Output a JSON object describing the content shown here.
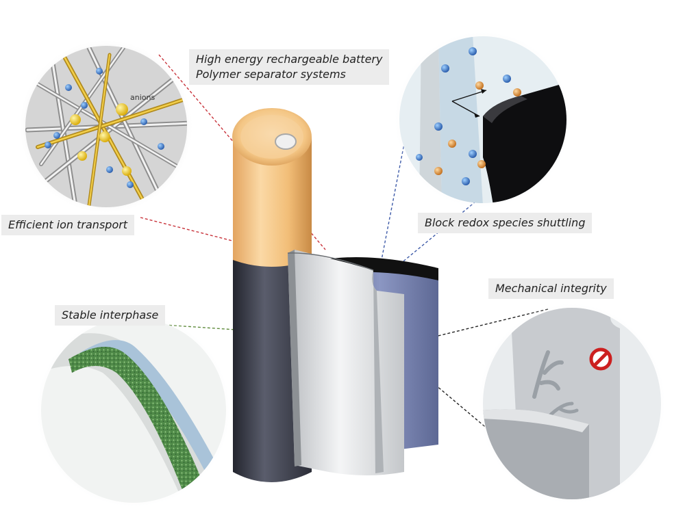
{
  "title": {
    "line1": "High energy rechargeable battery",
    "line2": "Polymer separator systems"
  },
  "callouts": {
    "ion_transport": "Efficient ion transport",
    "redox": "Block redox species shuttling",
    "mechanical": "Mechanical integrity",
    "stable": "Stable interphase"
  },
  "inset_labels": {
    "anions": "anions"
  },
  "icons": {
    "prohibit": "prohibited-icon"
  },
  "colors": {
    "battery_gold": "#f2be78",
    "battery_dark": "#3a3c48",
    "separator_gray": "#cfd2d4",
    "separator_blue": "#6f7ca6",
    "ion_blue": "#3f7cd0",
    "anion_yellow": "#e8c21a",
    "redox_orange": "#e09a4a",
    "red_leader": "#c8323a",
    "blue_leader": "#3d5aa8",
    "green_leader": "#5d8a3a",
    "black_leader": "#222222"
  }
}
